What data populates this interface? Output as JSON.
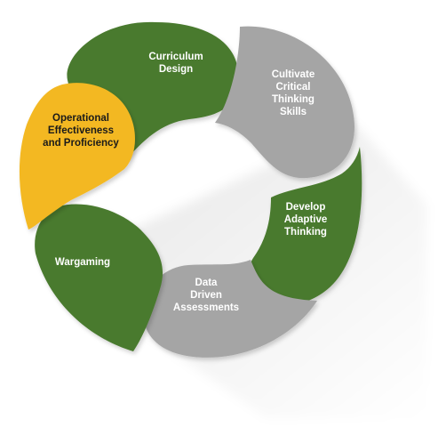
{
  "diagram": {
    "colors": {
      "green": "#4a7a2e",
      "gray": "#a5a5a5",
      "yellow": "#f3b823",
      "white_text": "#ffffff",
      "dark_text": "#1a1a1a"
    },
    "segments": [
      {
        "id": "curriculum-design",
        "label_lines": [
          "Curriculum",
          "Design"
        ],
        "color": "#4a7a2e",
        "text_color": "#ffffff"
      },
      {
        "id": "cultivate-critical-thinking",
        "label_lines": [
          "Cultivate",
          "Critical",
          "Thinking",
          "Skills"
        ],
        "color": "#a5a5a5",
        "text_color": "#ffffff"
      },
      {
        "id": "develop-adaptive-thinking",
        "label_lines": [
          "Develop",
          "Adaptive",
          "Thinking"
        ],
        "color": "#4a7a2e",
        "text_color": "#ffffff"
      },
      {
        "id": "data-driven-assessments",
        "label_lines": [
          "Data",
          "Driven",
          "Assessments"
        ],
        "color": "#a5a5a5",
        "text_color": "#ffffff"
      },
      {
        "id": "wargaming",
        "label_lines": [
          "Wargaming"
        ],
        "color": "#4a7a2e",
        "text_color": "#ffffff"
      },
      {
        "id": "operational-effectiveness",
        "label_lines": [
          "Operational",
          "Effectiveness",
          "and Proficiency"
        ],
        "color": "#f3b823",
        "text_color": "#1a1a1a"
      }
    ]
  }
}
